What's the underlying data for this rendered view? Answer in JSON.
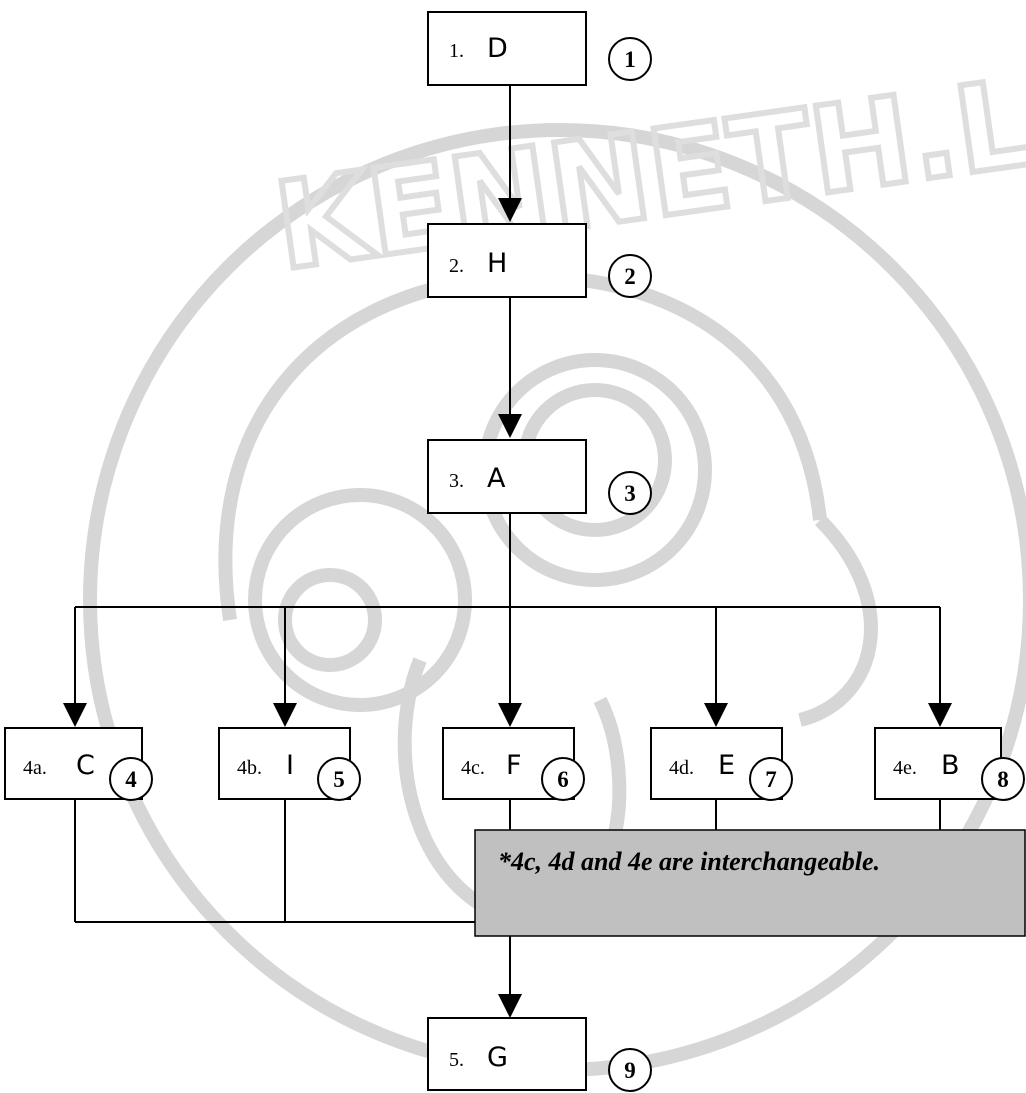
{
  "watermark_text": "KENNETH.LAU",
  "steps": [
    {
      "prefix": "1.",
      "letter": "D",
      "number": "1"
    },
    {
      "prefix": "2.",
      "letter": "H",
      "number": "2"
    },
    {
      "prefix": "3.",
      "letter": "A",
      "number": "3"
    },
    {
      "prefix": "4a.",
      "letter": "C",
      "number": "4"
    },
    {
      "prefix": "4b.",
      "letter": "I",
      "number": "5"
    },
    {
      "prefix": "4c.",
      "letter": "F",
      "number": "6"
    },
    {
      "prefix": "4d.",
      "letter": "E",
      "number": "7"
    },
    {
      "prefix": "4e.",
      "letter": "B",
      "number": "8"
    },
    {
      "prefix": "5.",
      "letter": "G",
      "number": "9"
    }
  ],
  "note": "*4c, 4d and 4e are interchangeable.",
  "colors": {
    "line": "#000000",
    "note_fill": "#c0c0c0",
    "watermark": "#d6d6d6"
  }
}
